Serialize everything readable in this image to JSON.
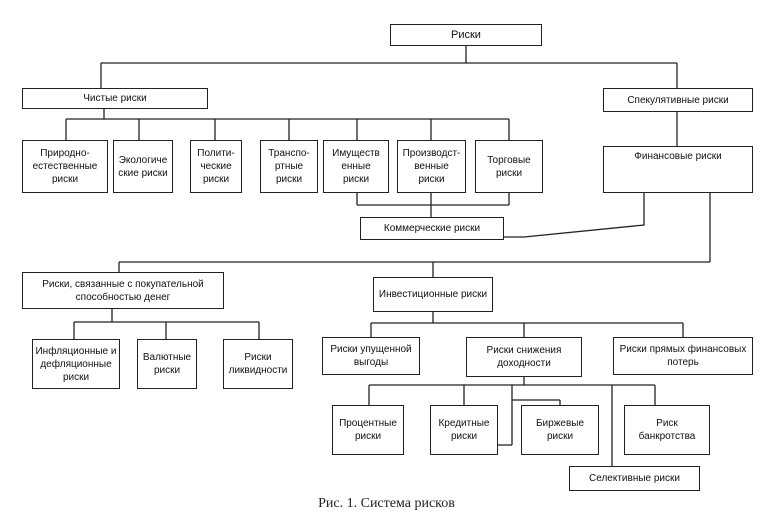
{
  "diagram": {
    "caption": "Рис. 1. Система рисков",
    "nodes": {
      "root": "Риски",
      "pure": "Чистые риски",
      "spec": "Спекулятивные риски",
      "natural": "Природно-\nестественные\nриски",
      "eco": "Экологиче\nские риски",
      "polit": "Полити-\nческие\nриски",
      "trans": "Транспо-\nртные\nриски",
      "prop": "Имуществ\nенные\nриски",
      "prod": "Производст-\nвенные\nриски",
      "trade": "Торговые\nриски",
      "fin": "Финансовые риски",
      "comm": "Коммерческие риски",
      "purch": "Риски, связанные с покупательной\nспособностью денег",
      "inv": "Инвестиционные риски",
      "infl": "Инфляционные и\nдефляционные\nриски",
      "curr": "Валютные\nриски",
      "liq": "Риски\nликвидности",
      "lost": "Риски упущенной\nвыгоды",
      "decr": "Риски снижения\nдоходности",
      "direct": "Риски прямых финансовых\nпотерь",
      "pct": "Процентные\nриски",
      "cred": "Кредитные\nриски",
      "exch": "Биржевые\nриски",
      "bank": "Риск\nбанкротства",
      "sel": "Селективные риски"
    }
  }
}
